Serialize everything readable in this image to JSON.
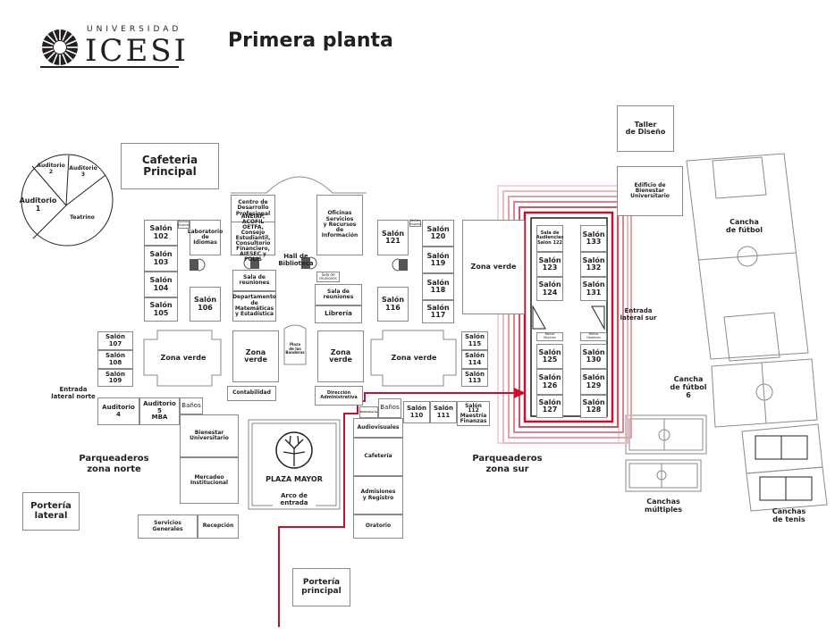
{
  "header": {
    "logo_top": "UNIVERSIDAD",
    "logo_main": "ICESI",
    "title": "Primera planta"
  },
  "colors": {
    "route": "#c8102e",
    "route_light": "#f0b8bf",
    "outline": "#8a8a8a",
    "text": "#231f20"
  },
  "auditorios": {
    "a1": "Auditorio\n1",
    "a2": "Auditorio\n2",
    "a3": "Auditorio\n3",
    "teatrino": "Teatrino"
  },
  "north_block": {
    "cafeteria_principal": "Cafeteria\nPrincipal",
    "salon_102": "Salón\n102",
    "salon_103": "Salón\n103",
    "salon_104": "Salón\n104",
    "salon_105": "Salón\n105",
    "banos_mujeres": "Baños Mujeres",
    "laboratorio": "Laboratorio\nde\nIdiomas",
    "salon_106": "Salón\n106"
  },
  "biblioteca": {
    "centro_desarrollo": "Centro de\nDesarrollo\nProfesional",
    "aneiap": "ANEIAP, ACOFIL\nOETFA, Consejo\nEstudiantil,\nConsultorio\nFinanciero,\nAIESEC y POLIS",
    "hall": "Hall de\nBiblioteca",
    "sala_reuniones_1": "Sala de\nreuniones",
    "departamento": "Departamento\nde Matemáticas\ny Estadística",
    "oficinas": "Oficinas\nServicios\ny Recursos\nde\nInformación",
    "sala_reuniones_small": "Sala de\nreuniones",
    "sala_reuniones_2": "Sala de\nreuniones",
    "libreria": "Librería"
  },
  "east_block": {
    "salon_121": "Salón\n121",
    "banos": "Baños Mujeres",
    "salon_120": "Salón\n120",
    "salon_119": "Salón\n119",
    "salon_118": "Salón\n118",
    "salon_117": "Salón\n117",
    "salon_116": "Salón\n116",
    "zona_verde": "Zona verde"
  },
  "highlight_building": {
    "sala_audiencias": "Sala de\nAudiencias\nSalón 122",
    "salon_123": "Salón\n123",
    "salon_124": "Salón\n124",
    "salon_125": "Salón\n125",
    "salon_126": "Salón\n126",
    "salon_127": "Salón\n127",
    "salon_133": "Salón\n133",
    "salon_132": "Salón\n132",
    "salon_131": "Salón\n131",
    "salon_130": "Salón\n130",
    "salon_129": "Salón\n129",
    "salon_128": "Salón\n128",
    "banos_mujeres": "Baños\nMujeres",
    "banos_hombres": "Baños\nHombres",
    "entrada_sur": "Entrada\nlateral sur"
  },
  "far_east": {
    "taller": "Taller\nde Diseño",
    "edificio_bienestar": "Edificio de\nBienestar\nUniversitario",
    "cancha_futbol": "Cancha\nde fútbol",
    "cancha_futbol_6": "Cancha\nde fútbol\n6",
    "canchas_multiples": "Canchas\nmúltiples",
    "canchas_tenis": "Canchas\nde tenis"
  },
  "middle": {
    "salon_107": "Salón\n107",
    "salon_108": "Salón\n108",
    "salon_109": "Salón\n109",
    "zona_verde_1": "Zona verde",
    "zona_verde_2": "Zona\nverde",
    "plaza_banderas": "Plaza\nde las\nBanderas",
    "zona_verde_3": "Zona\nverde",
    "zona_verde_4": "Zona verde",
    "salon_115": "Salón\n115",
    "salon_114": "Salón\n114",
    "salon_113": "Salón\n113",
    "entrada_norte": "Entrada\nlateral norte",
    "contabilidad": "Contabilidad",
    "direccion": "Dirección\nAdministrativa"
  },
  "south": {
    "auditorio_4": "Auditorio\n4",
    "auditorio_5": "Auditorio\n5\nMBA",
    "banos_w": "Baños",
    "bienestar": "Bienestar\nUniversitario",
    "mercadeo": "Mercadeo\nInstitucional",
    "parqueaderos_norte": "Parqueaderos\nzona norte",
    "porteria_lateral": "Portería\nlateral",
    "servicios": "Servicios\nGenerales",
    "recepcion": "Recepción",
    "plaza_mayor": "PLAZA MAYOR",
    "arco": "Arco de\nentrada",
    "enfermeria": "Enfermería",
    "banos_e": "Baños",
    "salon_110": "Salón\n110",
    "salon_111": "Salón\n111",
    "salon_112": "Salón\n112\nMaestría\nFinanzas",
    "audiovisuales": "Audiovisuales",
    "cafeteria": "Cafetería",
    "admisiones": "Admisiones\ny Registro",
    "oratorio": "Oratorio",
    "parqueaderos_sur": "Parqueaderos\nzona sur",
    "porteria_principal": "Portería\nprincipal"
  }
}
